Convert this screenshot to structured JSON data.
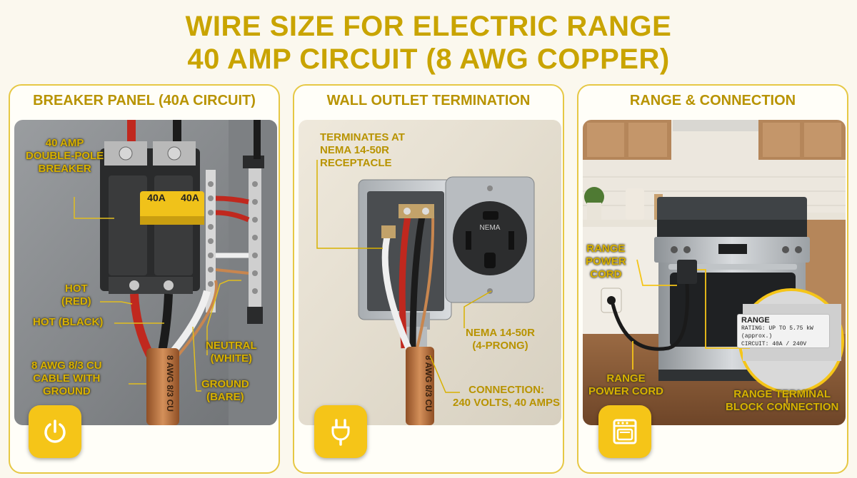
{
  "title": {
    "line1": "WIRE SIZE FOR ELECTRIC RANGE",
    "line2": "40 AMP CIRCUIT (8 AWG COPPER)"
  },
  "panels": [
    {
      "title": "BREAKER PANEL (40A CIRCUIT)",
      "icon": "power-icon",
      "callouts": {
        "breaker": "40 AMP\nDOUBLE-POLE\nBREAKER",
        "hot_red": "HOT\n(RED)",
        "hot_black": "HOT (BLACK)",
        "neutral": "NEUTRAL\n(WHITE)",
        "ground": "GROUND\n(BARE)",
        "cable": "8 AWG 8/3 CU\nCABLE WITH\nGROUND"
      },
      "breaker_labels": [
        "40A",
        "40A"
      ],
      "cable_print": "8 AWG 8/3 CU"
    },
    {
      "title": "WALL OUTLET TERMINATION",
      "icon": "plug-icon",
      "callouts": {
        "terminates": "TERMINATES AT\nNEMA 14-50R\nRECEPTACLE",
        "receptacle": "NEMA 14-50R\n(4-PRONG)",
        "connection": "CONNECTION:\n240 VOLTS, 40 AMPS"
      },
      "receptacle_text": "NEMA",
      "cable_print": "8 AWG 8/3 CU"
    },
    {
      "title": "RANGE & CONNECTION",
      "icon": "oven-icon",
      "callouts": {
        "cord_top": "RANGE\nPOWER\nCORD",
        "cord_bottom": "RANGE\nPOWER CORD",
        "terminal": "RANGE TERMINAL\nBLOCK CONNECTION"
      },
      "rating_label": {
        "title": "RANGE",
        "line1": "RATING: UP TO 5.75 kW (approx.)",
        "line2": "CIRCUIT: 40A / 240V"
      }
    }
  ],
  "colors": {
    "accent": "#c9a400",
    "badge": "#f5c518",
    "copper": "#c27a45",
    "hot_red": "#c0281e"
  }
}
